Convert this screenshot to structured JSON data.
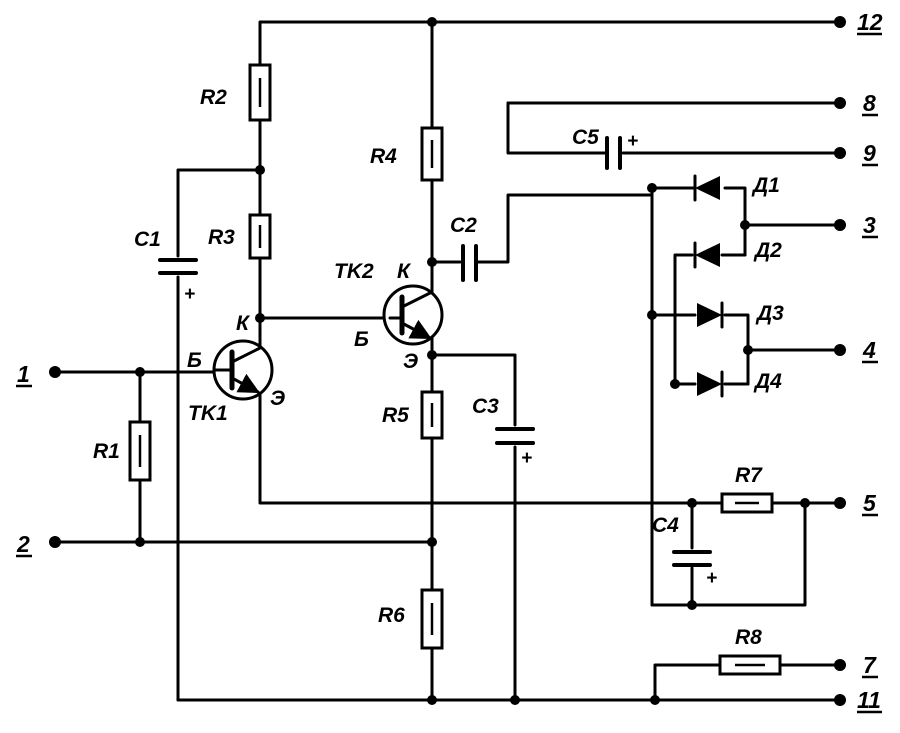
{
  "pins": {
    "p1": "1",
    "p2": "2",
    "p3": "3",
    "p4": "4",
    "p5": "5",
    "p7": "7",
    "p8": "8",
    "p9": "9",
    "p11": "11",
    "p12": "12"
  },
  "resistors": {
    "r1": "R1",
    "r2": "R2",
    "r3": "R3",
    "r4": "R4",
    "r5": "R5",
    "r6": "R6",
    "r7": "R7",
    "r8": "R8"
  },
  "capacitors": {
    "c1": "C1",
    "c2": "C2",
    "c3": "C3",
    "c4": "C4",
    "c5": "C5"
  },
  "polarity_plus": "+",
  "diodes": {
    "d1": "Д1",
    "d2": "Д2",
    "d3": "Д3",
    "d4": "Д4"
  },
  "transistors": {
    "tk1": {
      "name": "TK1",
      "base": "Б",
      "collector": "К",
      "emitter": "Э"
    },
    "tk2": {
      "name": "TK2",
      "base": "Б",
      "collector": "К",
      "emitter": "Э"
    }
  }
}
